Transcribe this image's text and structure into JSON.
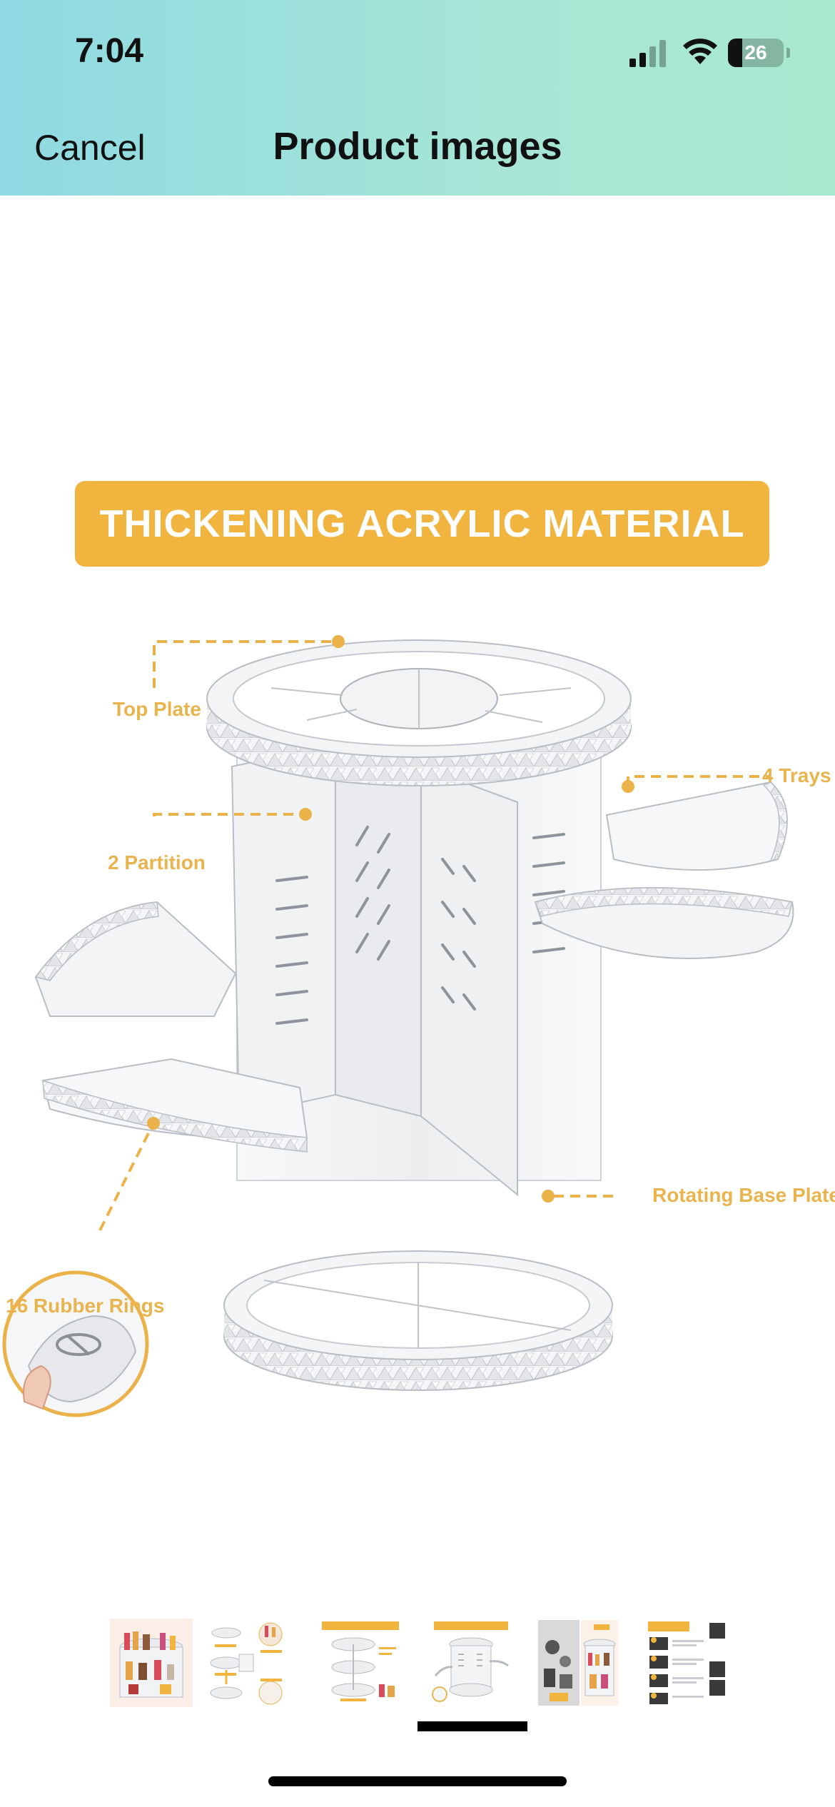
{
  "status_bar": {
    "time": "7:04",
    "battery": "26",
    "icons": [
      "cellular-signal-icon",
      "wifi-icon",
      "battery-icon"
    ]
  },
  "nav": {
    "cancel_label": "Cancel",
    "title": "Product images"
  },
  "product_image": {
    "banner": "THICKENING ACRYLIC MATERIAL",
    "callouts": {
      "top_plate": "Top Plate",
      "trays": "4 Trays",
      "partition": "2 Partition",
      "rotating_base": "Rotating Base Plate",
      "rubber_rings": "16 Rubber Rings"
    },
    "accent_color": "#f0b43f"
  },
  "thumbnails": {
    "count": 6,
    "selected_index": 3,
    "labels": [
      "",
      "",
      "",
      "",
      "",
      ""
    ]
  },
  "colors": {
    "header_gradient_start": "#8fd9e2",
    "header_gradient_end": "#a9e9cf",
    "callout_text": "#e9b44e"
  }
}
